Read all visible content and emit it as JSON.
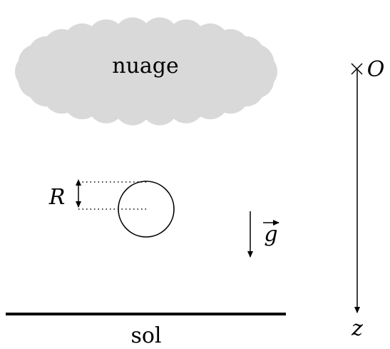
{
  "labels": {
    "cloud": "nuage",
    "ground": "sol",
    "radius": "R",
    "gravity": "g",
    "origin": "O",
    "axis": "z"
  },
  "colors": {
    "cloud": "#d9d9d9",
    "stroke": "#000000"
  }
}
